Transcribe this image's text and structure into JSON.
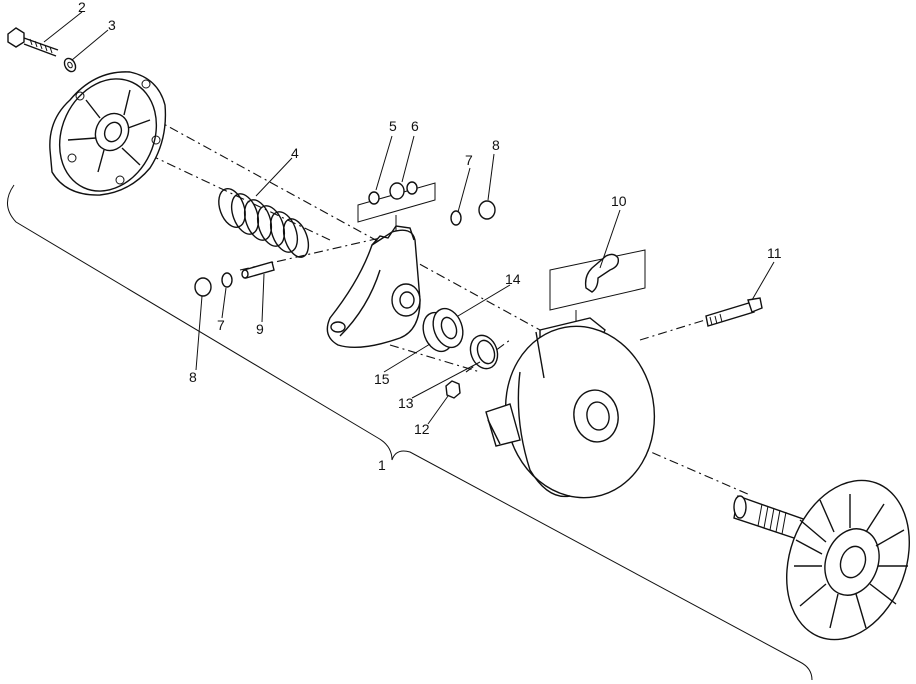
{
  "parts": [
    {
      "id": "p1",
      "number": "1"
    },
    {
      "id": "p2",
      "number": "2"
    },
    {
      "id": "p3",
      "number": "3"
    },
    {
      "id": "p4",
      "number": "4"
    },
    {
      "id": "p5",
      "number": "5"
    },
    {
      "id": "p6",
      "number": "6"
    },
    {
      "id": "p7a",
      "number": "7"
    },
    {
      "id": "p8a",
      "number": "8"
    },
    {
      "id": "p7b",
      "number": "7"
    },
    {
      "id": "p8b",
      "number": "8"
    },
    {
      "id": "p9",
      "number": "9"
    },
    {
      "id": "p10",
      "number": "10"
    },
    {
      "id": "p11",
      "number": "11"
    },
    {
      "id": "p12",
      "number": "12"
    },
    {
      "id": "p13",
      "number": "13"
    },
    {
      "id": "p14",
      "number": "14"
    },
    {
      "id": "p15",
      "number": "15"
    }
  ]
}
